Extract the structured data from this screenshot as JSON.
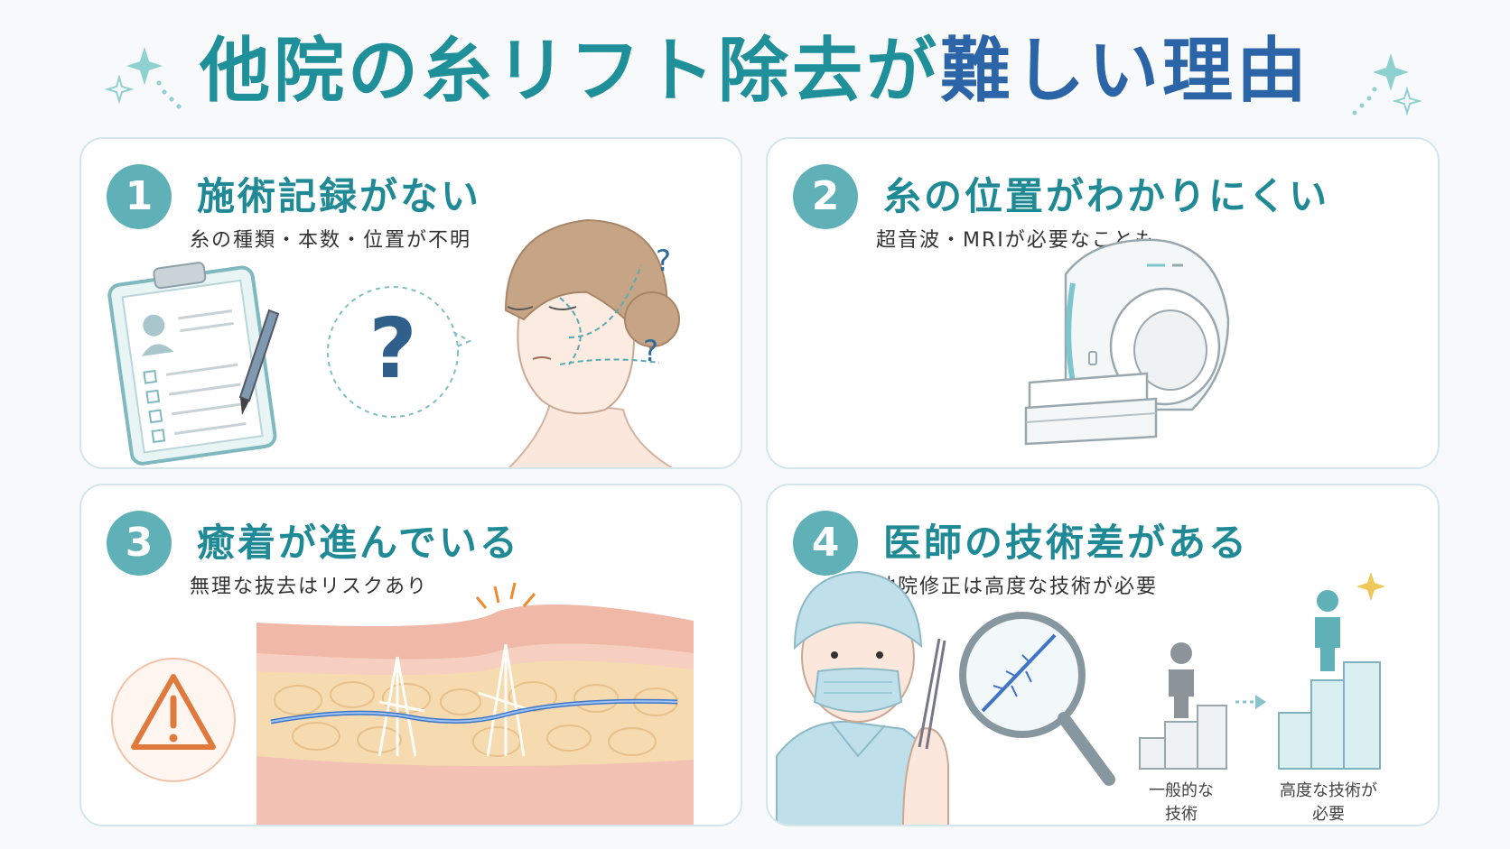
{
  "title": {
    "part1": "他院の糸リフト除去が",
    "part2": "難しい理由"
  },
  "colors": {
    "teal": "#1f8f9a",
    "navy": "#2c64a8",
    "badge": "#5fb0b7",
    "warning": "#e07a3c"
  },
  "cards": [
    {
      "number": "1",
      "title": "施術記録がない",
      "subtitle": "糸の種類・本数・位置が不明",
      "icons": [
        "clipboard-icon",
        "question-bubble-icon",
        "face-icon"
      ],
      "marks": [
        "?",
        "?",
        "?"
      ]
    },
    {
      "number": "2",
      "title": "糸の位置がわかりにくい",
      "subtitle": "超音波・MRIが必要なことも",
      "icons": [
        "mri-scanner-icon"
      ]
    },
    {
      "number": "3",
      "title": "癒着が進んでいる",
      "subtitle": "無理な抜去はリスクあり",
      "icons": [
        "warning-icon",
        "skin-layer-icon"
      ]
    },
    {
      "number": "4",
      "title": "医師の技術差がある",
      "subtitle": "他院修正は高度な技術が必要",
      "icons": [
        "doctor-icon",
        "magnifier-icon",
        "person-icon"
      ],
      "labels": {
        "normal": "一般的な\n技術",
        "advanced": "高度な技術が\n必要"
      }
    }
  ]
}
